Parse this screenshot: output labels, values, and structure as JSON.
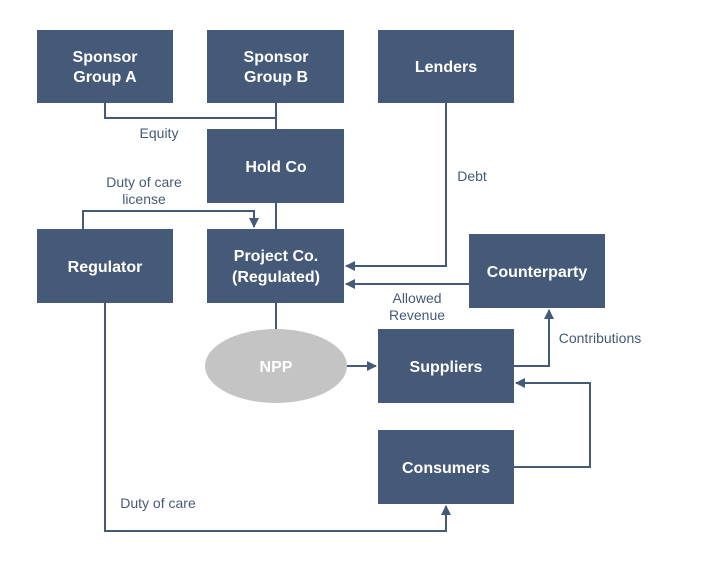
{
  "diagram": {
    "nodes": {
      "sponsor_a": {
        "line1": "Sponsor",
        "line2": "Group A"
      },
      "sponsor_b": {
        "line1": "Sponsor",
        "line2": "Group B"
      },
      "lenders": {
        "label": "Lenders"
      },
      "holdco": {
        "label": "Hold Co"
      },
      "regulator": {
        "label": "Regulator"
      },
      "projectco": {
        "line1": "Project Co.",
        "line2": "(Regulated)"
      },
      "counterparty": {
        "label": "Counterparty"
      },
      "npp": {
        "label": "NPP"
      },
      "suppliers": {
        "label": "Suppliers"
      },
      "consumers": {
        "label": "Consumers"
      }
    },
    "edges": {
      "equity": "Equity",
      "debt": "Debt",
      "duty_license_1": "Duty of care",
      "duty_license_2": "license",
      "allowed_revenue_1": "Allowed",
      "allowed_revenue_2": "Revenue",
      "contributions": "Contributions",
      "duty_of_care": "Duty of care"
    },
    "colors": {
      "box": "#445a78",
      "npp": "#c4c4c4",
      "text_on_box": "#ffffff",
      "edge": "#445a78"
    }
  }
}
